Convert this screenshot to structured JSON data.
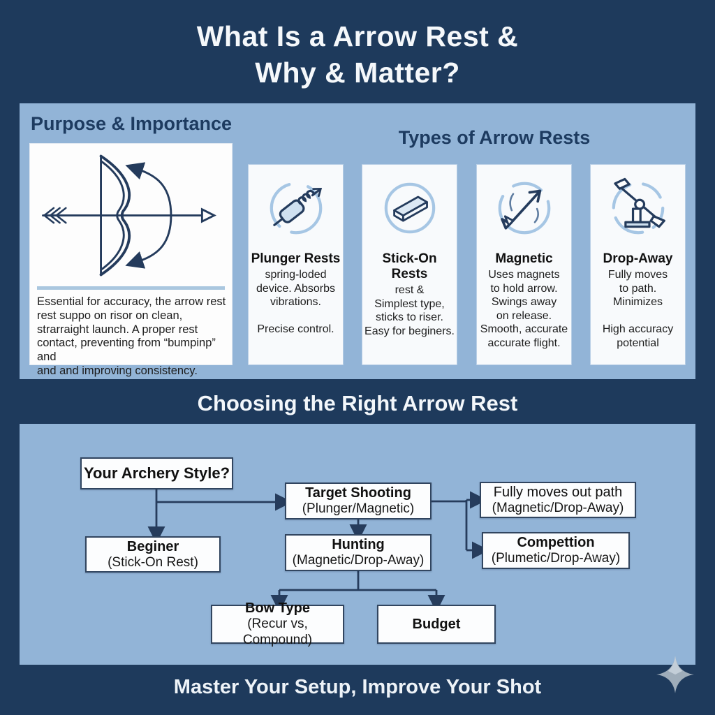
{
  "title": {
    "line1": "What Is a Arrow Rest &",
    "line2": "Why & Matter?"
  },
  "purpose": {
    "heading": "Purpose & Importance",
    "diagram": "bow-and-arrow-with-swing-arc",
    "body_lines": [
      "Essential for accuracy, the arrow rest",
      "rest suppo on risor on clean,",
      "strarraight launch. A proper rest",
      "contact, preventing from “bumpinp” and",
      "and and improving consistency."
    ]
  },
  "types": {
    "heading": "Types of Arrow Rests",
    "cards": [
      {
        "icon": "plunger-rest-icon",
        "title": "Plunger Rests",
        "lines": [
          "spring-loded",
          "device. Absorbs",
          "vibrations.",
          "",
          "Precise control."
        ]
      },
      {
        "icon": "stick-on-pad-icon",
        "title": "Stick-On Rests",
        "lines": [
          "rest &",
          "Simplest type,",
          "sticks to riser.",
          "Easy for beginers."
        ]
      },
      {
        "icon": "magnetic-arrow-icon",
        "title": "Magnetic",
        "lines": [
          "Uses magnets",
          "to hold arrow.",
          "Swings away",
          "on release.",
          "Smooth, accurate",
          "accurate flight."
        ]
      },
      {
        "icon": "drop-away-mechanism-icon",
        "title": "Drop-Away",
        "lines": [
          "Fully moves",
          "to path.",
          "Minimizes",
          "",
          "High accuracy",
          "potential"
        ]
      }
    ]
  },
  "choosing": {
    "heading": "Choosing the Right Arrow Rest",
    "nodes": {
      "style": {
        "title": "Your Archery Style?",
        "subtitle": ""
      },
      "target": {
        "title": "Target Shooting",
        "subtitle": "(Plunger/Magnetic)"
      },
      "fully": {
        "title": "Fully moves out path",
        "subtitle": "(Magnetic/Drop-Away)"
      },
      "beginner": {
        "title": "Beginer",
        "subtitle": "(Stick-On Rest)"
      },
      "hunting": {
        "title": "Hunting",
        "subtitle": "(Magnetic/Drop-Away)"
      },
      "competition": {
        "title": "Compettion",
        "subtitle": "(Plumetic/Drop-Away)"
      },
      "bowtype": {
        "title": "Bow Type",
        "subtitle": "(Recur vs, Compound)"
      },
      "budget": {
        "title": "Budget",
        "subtitle": ""
      }
    }
  },
  "footer": {
    "tagline": "Master Your Setup, Improve Your Shot",
    "icon": "sparkle-icon"
  },
  "colors": {
    "background_navy": "#1e3a5c",
    "panel_blue": "#92b4d7",
    "heading_navy": "#1d3b60",
    "icon_accent_blue": "#a6c6e4",
    "line_navy": "#263c5c",
    "sparkle_gray": "#9fadba"
  }
}
